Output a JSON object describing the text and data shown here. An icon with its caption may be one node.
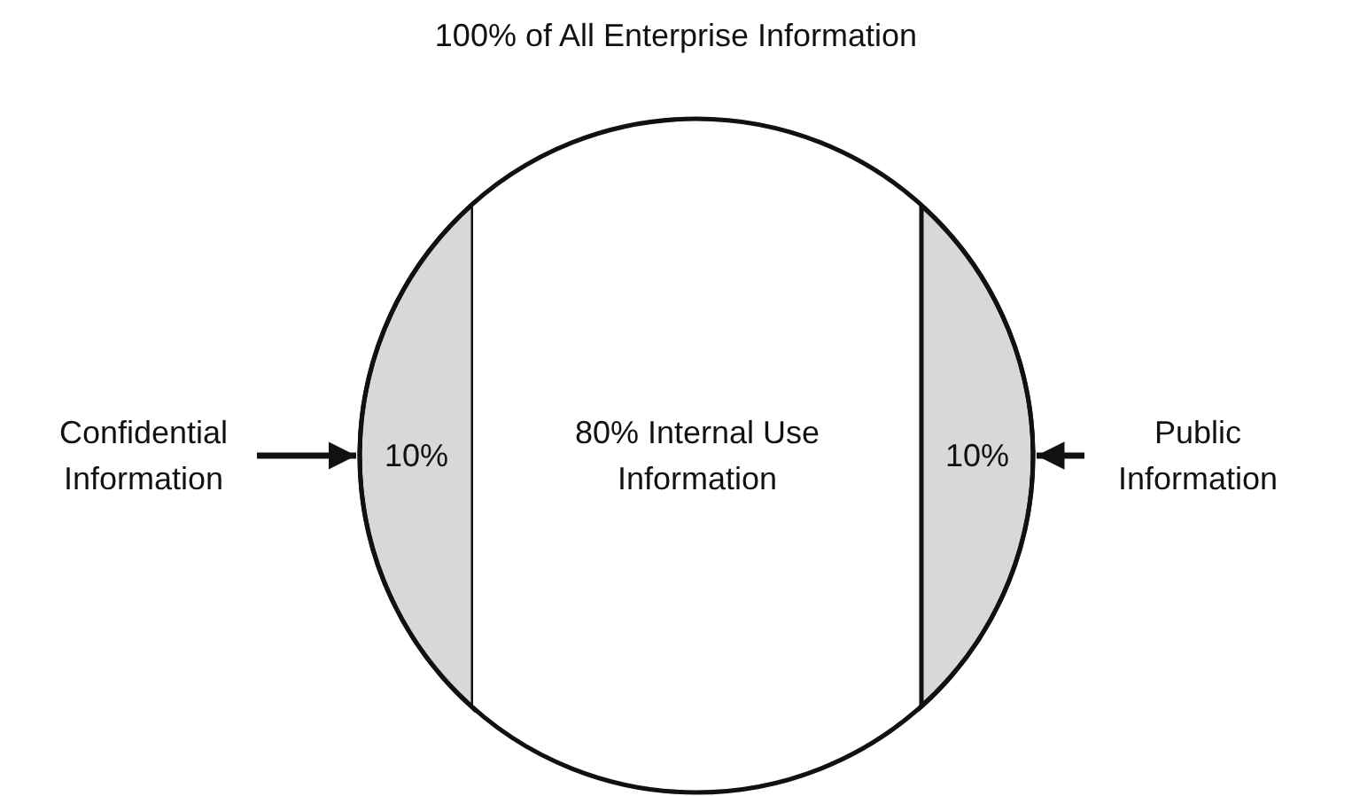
{
  "diagram": {
    "title": "100% of All Enterprise Information",
    "nodes": [
      {
        "text": [],
        "shape": "circle"
      },
      {
        "text": [
          "10%"
        ],
        "in": 0
      },
      {
        "text": [
          "80% Internal Use Information"
        ],
        "in": 0
      },
      {
        "text": [
          "10%"
        ],
        "in": 0
      },
      {
        "text": [
          "Confidential Information"
        ]
      },
      {
        "text": [
          "Public Information"
        ]
      }
    ],
    "edges": [
      {
        "from": 4,
        "to": 1,
        "arrow": "to"
      },
      {
        "from": 5,
        "to": 3,
        "arrow": "to"
      }
    ]
  }
}
